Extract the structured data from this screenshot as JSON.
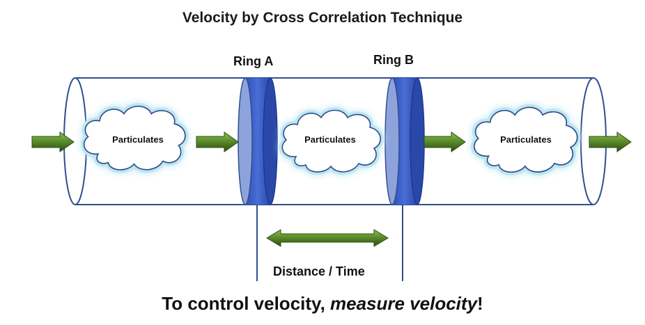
{
  "title": "Velocity by Cross Correlation Technique",
  "rings": {
    "a_label": "Ring A",
    "b_label": "Ring B"
  },
  "clouds": [
    {
      "label": "Particulates"
    },
    {
      "label": "Particulates"
    },
    {
      "label": "Particulates"
    }
  ],
  "distance_label": "Distance / Time",
  "footer": {
    "prefix": "To control velocity, ",
    "emphasis": "measure velocity",
    "suffix": "!"
  },
  "colors": {
    "pipe_stroke": "#2f4f8f",
    "ring_fill": "#3c5fc9",
    "ring_edge": "#8ea3dc",
    "arrow_green": "#4e7a26",
    "cloud_stroke": "#2c4d8a",
    "cloud_glow": "#bfe6f2"
  }
}
